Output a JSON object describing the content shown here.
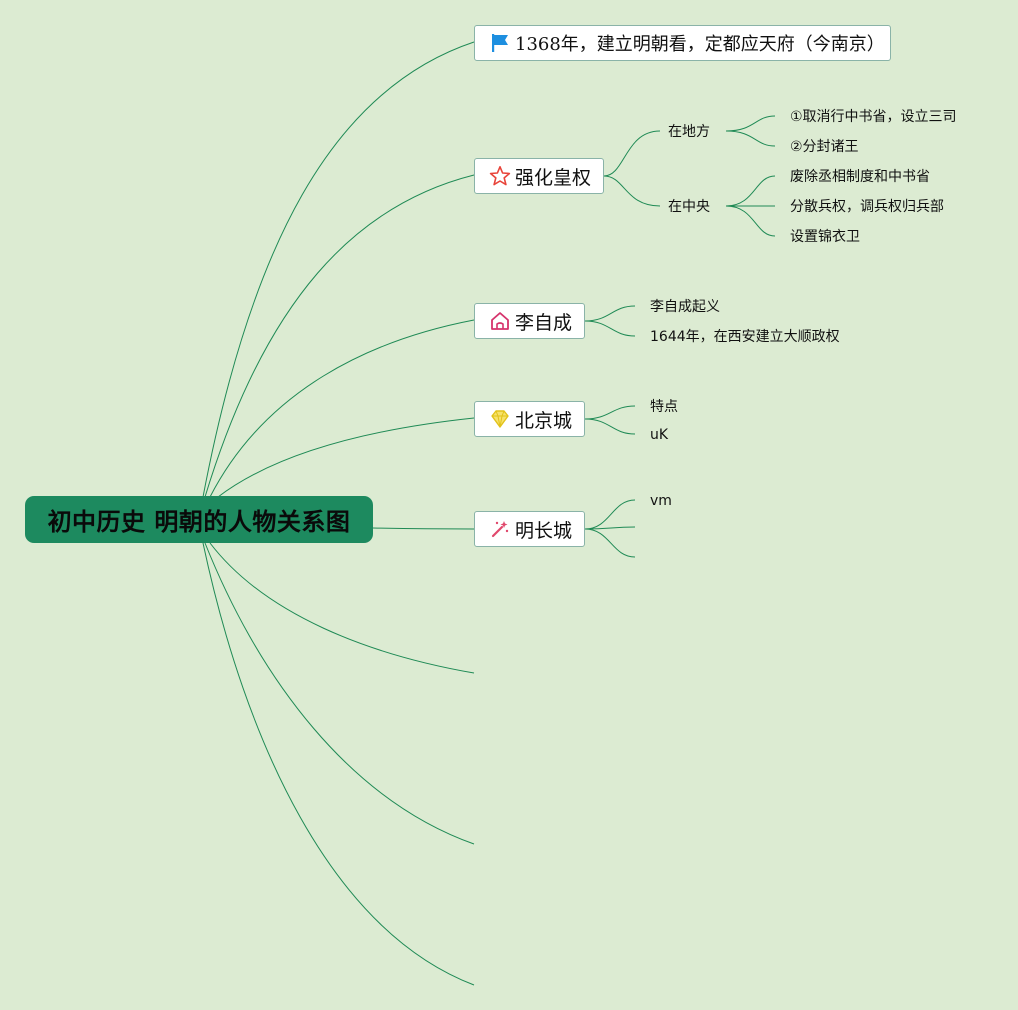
{
  "root": {
    "label": "初中历史 明朝的人物关系图"
  },
  "topics": [
    {
      "label": "1368年，建立明朝看，定都应天府（今南京）",
      "icon": "flag-icon",
      "icon_color": "#1d8fe0"
    },
    {
      "label": "强化皇权",
      "icon": "star-icon",
      "icon_color": "#e8443a"
    },
    {
      "label": "李自成",
      "icon": "house-icon",
      "icon_color": "#d6336c"
    },
    {
      "label": "北京城",
      "icon": "diamond-icon",
      "icon_color": "#f2d22a"
    },
    {
      "label": "明长城",
      "icon": "magic-wand-icon",
      "icon_color": "#e0486c"
    }
  ],
  "huangquan": {
    "difang": {
      "label": "在地方",
      "items": [
        "①取消行中书省，设立三司",
        "②分封诸王"
      ]
    },
    "zhongyang": {
      "label": "在中央",
      "items": [
        "废除丞相制度和中书省",
        "分散兵权，调兵权归兵部",
        "设置锦衣卫"
      ]
    }
  },
  "lizicheng": {
    "items": [
      "李自成起义",
      "1644年，在西安建立大顺政权"
    ]
  },
  "beijing": {
    "items": [
      "特点",
      "uK"
    ]
  },
  "changcheng": {
    "items": [
      "vm",
      "",
      ""
    ]
  },
  "colors": {
    "background": "#dcebd2",
    "root_fill": "#1d8a5f",
    "line": "#1f8a55",
    "topic_border": "#8ab3a8"
  }
}
